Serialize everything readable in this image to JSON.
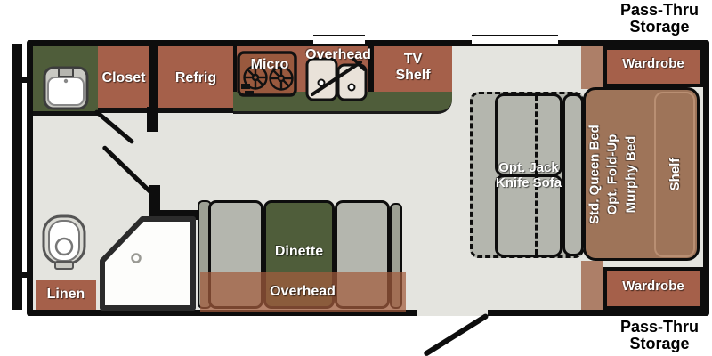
{
  "title": "Travel trailer floor plan",
  "colors": {
    "floor": "#e4e4df",
    "cabinet_brown": "#a5604a",
    "counter_green": "#4f5d3a",
    "bed_brown": "#9e7459",
    "strip_brown": "#ad7f68",
    "cushion_gray": "#b4b6ae",
    "backrest_gray": "#9da094",
    "wall_black": "#0d0d0d"
  },
  "labels": {
    "pass_thru_top": "Pass-Thru\nStorage",
    "pass_thru_bottom": "Pass-Thru\nStorage",
    "closet": "Closet",
    "refrig": "Refrig",
    "micro": "Micro",
    "overhead_kitchen": "Overhead",
    "tv_shelf": "TV\nShelf",
    "wardrobe_top": "Wardrobe",
    "wardrobe_bottom": "Wardrobe",
    "bed": "Std. Queen Bed\nOpt. Fold-Up\nMurphy Bed",
    "shelf": "Shelf",
    "sofa": "Opt. Jack\nKnife Sofa",
    "dinette": "Dinette",
    "overhead_dinette": "Overhead",
    "linen": "Linen"
  },
  "icons": {
    "bath_sink": "bathroom sink",
    "kitchen_sink": "double-basin kitchen sink with faucet",
    "cooktop": "two-burner cooktop",
    "toilet": "toilet",
    "shower": "corner shower stall",
    "doors": "door swing lines"
  }
}
